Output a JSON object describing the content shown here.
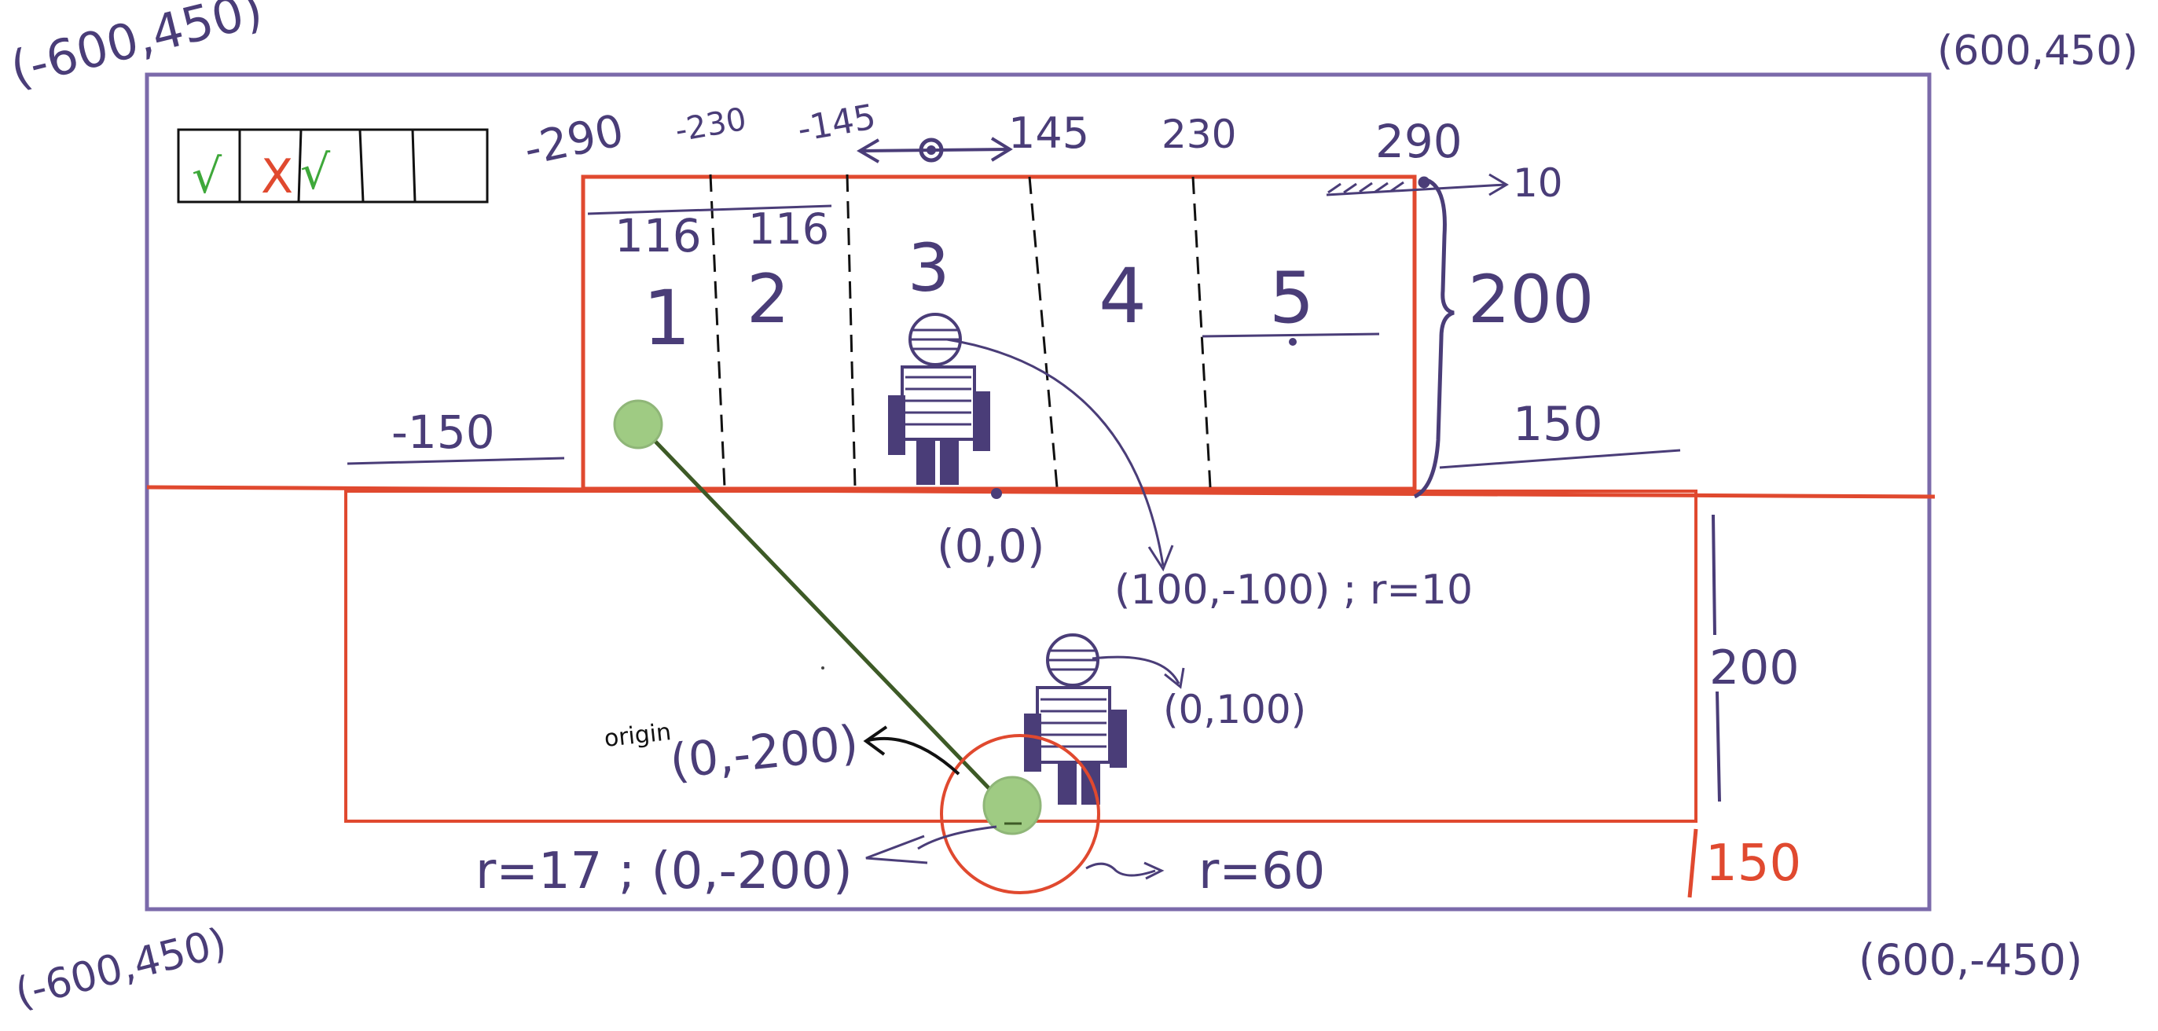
{
  "colors": {
    "field_border": "#7b6aaa",
    "zone_lines": "#e0492f",
    "ink": "#4a3d78",
    "ball_fill": "#9fcb83",
    "throw_line": "#3d5a26",
    "check_green": "#3ea83a",
    "cross_red": "#e0492f"
  },
  "corners": {
    "top_left": "(-600,450)",
    "top_right": "(600,450)",
    "bottom_left": "(-600,450)",
    "bottom_right": "(600,-450)"
  },
  "score_tracker": {
    "slots": [
      {
        "mark": "√",
        "color": "#3ea83a"
      },
      {
        "mark": "X",
        "color": "#e0492f"
      },
      {
        "mark": "√",
        "color": "#3ea83a"
      },
      {
        "mark": "",
        "color": ""
      },
      {
        "mark": "",
        "color": ""
      }
    ]
  },
  "target_zone": {
    "x_marks": [
      "-290",
      "-230",
      "-145",
      "145",
      "230",
      "290"
    ],
    "widths": [
      "116",
      "116"
    ],
    "lanes": [
      "1",
      "2",
      "3",
      "4",
      "5"
    ],
    "height": "200",
    "tick_note": "10",
    "left_edge": "-150",
    "right_edge": "150"
  },
  "lower_zone": {
    "height": "200",
    "bottom_gap": "150"
  },
  "annotations": {
    "origin_point": "(0,0)",
    "target_robot": "(100,-100) ; r=10",
    "player_robot": "(0,100)",
    "origin_word": "origin",
    "origin_coord": "(0,-200)",
    "ball_info": "r=17 ; (0,-200)",
    "circle_radius": "r=60"
  }
}
